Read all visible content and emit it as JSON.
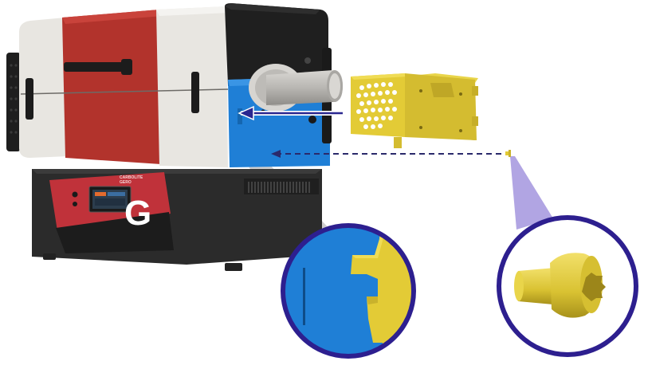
{
  "illustration": {
    "subject": "tube-furnace-heat-shield-assembly",
    "front_panel": {
      "brand_line1": "CARBOLITE",
      "brand_line2": "GERO",
      "logo_glyph": "G"
    }
  },
  "colors": {
    "furnace_red": "#b2332c",
    "end_cap_white": "#e8e6e1",
    "panel_blue": "#1f7fd6",
    "shield_yellow": "#e3cb36",
    "base_black": "#2b2b2b",
    "dashed_line": "#2b2a6b",
    "magnifier_ring": "#2d1f8f",
    "callout_beam": "#a99be0",
    "arrow": "#2a2790"
  }
}
